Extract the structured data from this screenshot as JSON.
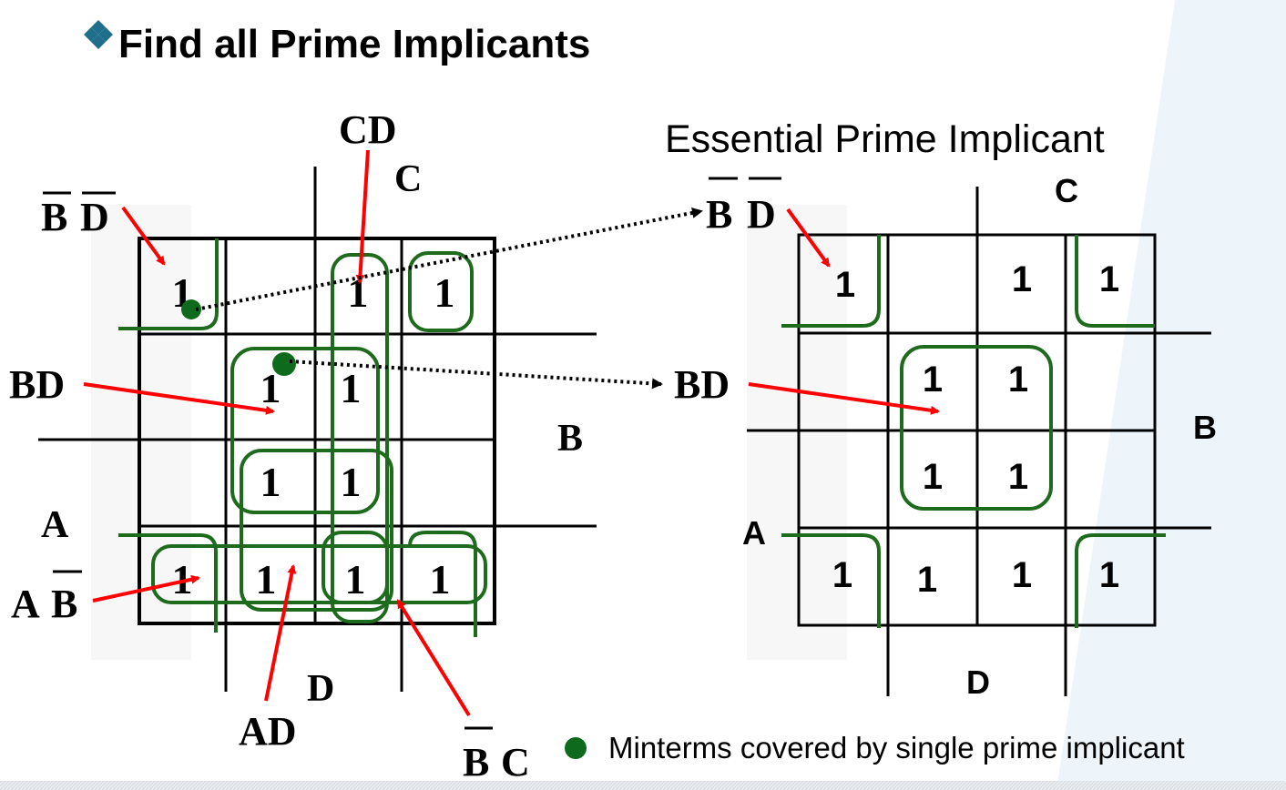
{
  "title": "Find all Prime Implicants",
  "left_map": {
    "cells": [
      [
        "1",
        "",
        "1",
        "1"
      ],
      [
        "",
        "1",
        "1",
        ""
      ],
      [
        "",
        "1",
        "1",
        ""
      ],
      [
        "1",
        "1",
        "1",
        "1"
      ]
    ],
    "var_labels": {
      "C": "C",
      "B": "B",
      "A": "A",
      "D": "D"
    },
    "annotations": {
      "bd_bar_1": "B",
      "bd_bar_2": "D",
      "cd": "CD",
      "bd": "BD",
      "ab_1": "A",
      "ab_2": "B",
      "ad": "AD",
      "bc_1": "B",
      "bc_2": "C"
    }
  },
  "right_map": {
    "heading": "Essential Prime Implicant",
    "cells": [
      [
        "1",
        "",
        "1",
        "1"
      ],
      [
        "",
        "1",
        "1",
        ""
      ],
      [
        "",
        "1",
        "1",
        ""
      ],
      [
        "1",
        "1",
        "1",
        "1"
      ]
    ],
    "var_labels": {
      "C": "C",
      "B": "B",
      "A": "A",
      "D": "D"
    },
    "annotations": {
      "bd_bar_1": "B",
      "bd_bar_2": "D",
      "bd": "BD"
    }
  },
  "legend": {
    "text": "Minterms covered by single prime implicant"
  },
  "colors": {
    "group": "#1e6b1e",
    "arrow": "#ff0000",
    "dot": "#0e6b1e",
    "grid": "#000000"
  }
}
